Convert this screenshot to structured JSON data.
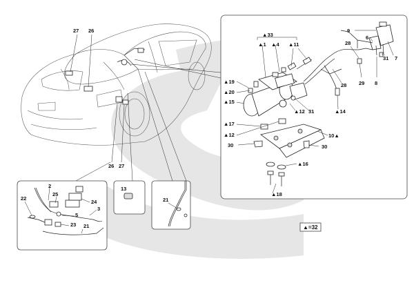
{
  "watermark_color": "#e6e6e6",
  "accent_color": "#111111",
  "triangle_symbol": "▲",
  "legend": {
    "symbol": "▲",
    "text": "=32"
  },
  "car_labels": [
    {
      "id": "c27a",
      "text": "27"
    },
    {
      "id": "c26a",
      "text": "26"
    },
    {
      "id": "c26b",
      "text": "26"
    },
    {
      "id": "c27b",
      "text": "27"
    }
  ],
  "main_box_labels": [
    {
      "id": "m33",
      "text": "33",
      "tri": true
    },
    {
      "id": "m1",
      "text": "1",
      "tri": true
    },
    {
      "id": "m4",
      "text": "4",
      "tri": true
    },
    {
      "id": "m11",
      "text": "11",
      "tri": true
    },
    {
      "id": "m9",
      "text": "9",
      "tri": false
    },
    {
      "id": "m6",
      "text": "6",
      "tri": false
    },
    {
      "id": "m28a",
      "text": "28",
      "tri": false
    },
    {
      "id": "m7",
      "text": "7",
      "tri": false
    },
    {
      "id": "m31a",
      "text": "31",
      "tri": false
    },
    {
      "id": "m29",
      "text": "29",
      "tri": false
    },
    {
      "id": "m8",
      "text": "8",
      "tri": false
    },
    {
      "id": "m28b",
      "text": "28",
      "tri": false
    },
    {
      "id": "m19",
      "text": "19",
      "tri": true
    },
    {
      "id": "m20",
      "text": "20",
      "tri": true
    },
    {
      "id": "m15",
      "text": "15",
      "tri": true
    },
    {
      "id": "m12a",
      "text": "12",
      "tri": true
    },
    {
      "id": "m31b",
      "text": "31",
      "tri": false
    },
    {
      "id": "m14",
      "text": "14",
      "tri": true
    },
    {
      "id": "m17",
      "text": "17",
      "tri": true
    },
    {
      "id": "m12b",
      "text": "12",
      "tri": true
    },
    {
      "id": "m10",
      "text": "10",
      "tri": true,
      "tri_after": true
    },
    {
      "id": "m30a",
      "text": "30",
      "tri": false
    },
    {
      "id": "m30b",
      "text": "30",
      "tri": false
    },
    {
      "id": "m16",
      "text": "16",
      "tri": true
    },
    {
      "id": "m18",
      "text": "18",
      "tri": true
    }
  ],
  "sub_box_labels": [
    {
      "id": "s2",
      "text": "2"
    },
    {
      "id": "s25",
      "text": "25"
    },
    {
      "id": "s22",
      "text": "22"
    },
    {
      "id": "s24",
      "text": "24"
    },
    {
      "id": "s3",
      "text": "3"
    },
    {
      "id": "s5",
      "text": "5"
    },
    {
      "id": "s23",
      "text": "23"
    },
    {
      "id": "s21a",
      "text": "21"
    },
    {
      "id": "s13",
      "text": "13"
    },
    {
      "id": "s21b",
      "text": "21"
    }
  ]
}
